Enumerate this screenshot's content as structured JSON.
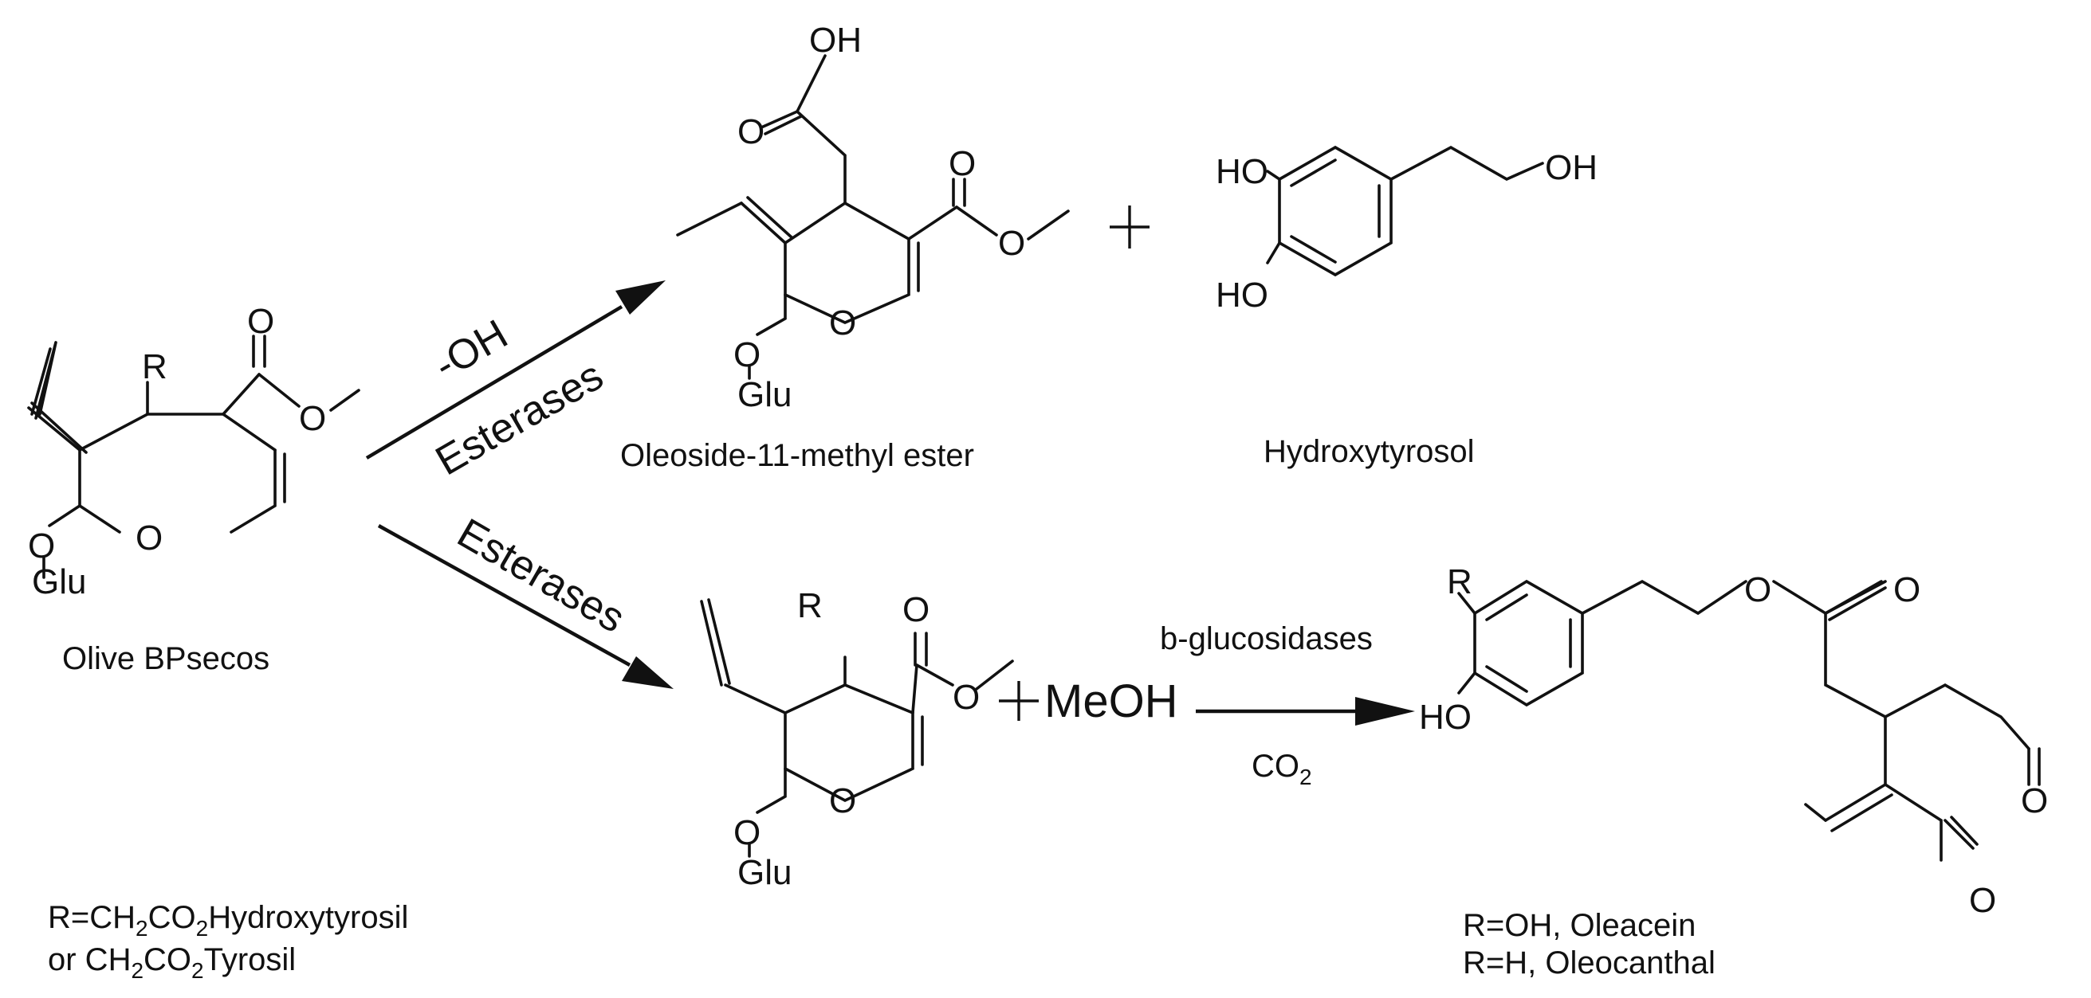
{
  "labels": {
    "olive": "Olive BPsecos",
    "oleoside": "Oleoside-11-methyl ester",
    "hydroxytyrosol": "Hydroxytyrosol",
    "r_def_prefix": "R=CH",
    "r_def_sub1": "2",
    "r_def_co": "CO",
    "r_def_sub2": "2",
    "r_def_name": "Hydroxytyrosil",
    "r_def2_prefix": "or CH",
    "r_def2_sub1": "2",
    "r_def2_co": "CO",
    "r_def2_sub2": "2",
    "r_def2_name": "Tyrosil",
    "oleacein": "R=OH, Oleacein",
    "oleocanthal": "R=H, Oleocanthal"
  },
  "reagents": {
    "upper_top": "-OH",
    "upper_bottom": "Esterases",
    "lower": "Esterases",
    "glucosidases": "b-glucosidases",
    "co2_main": "CO",
    "co2_sub": "2",
    "methanol": "MeOH"
  },
  "atoms": {
    "O": "O",
    "R": "R",
    "Glu": "Glu",
    "OH": "OH",
    "HO": "HO"
  }
}
